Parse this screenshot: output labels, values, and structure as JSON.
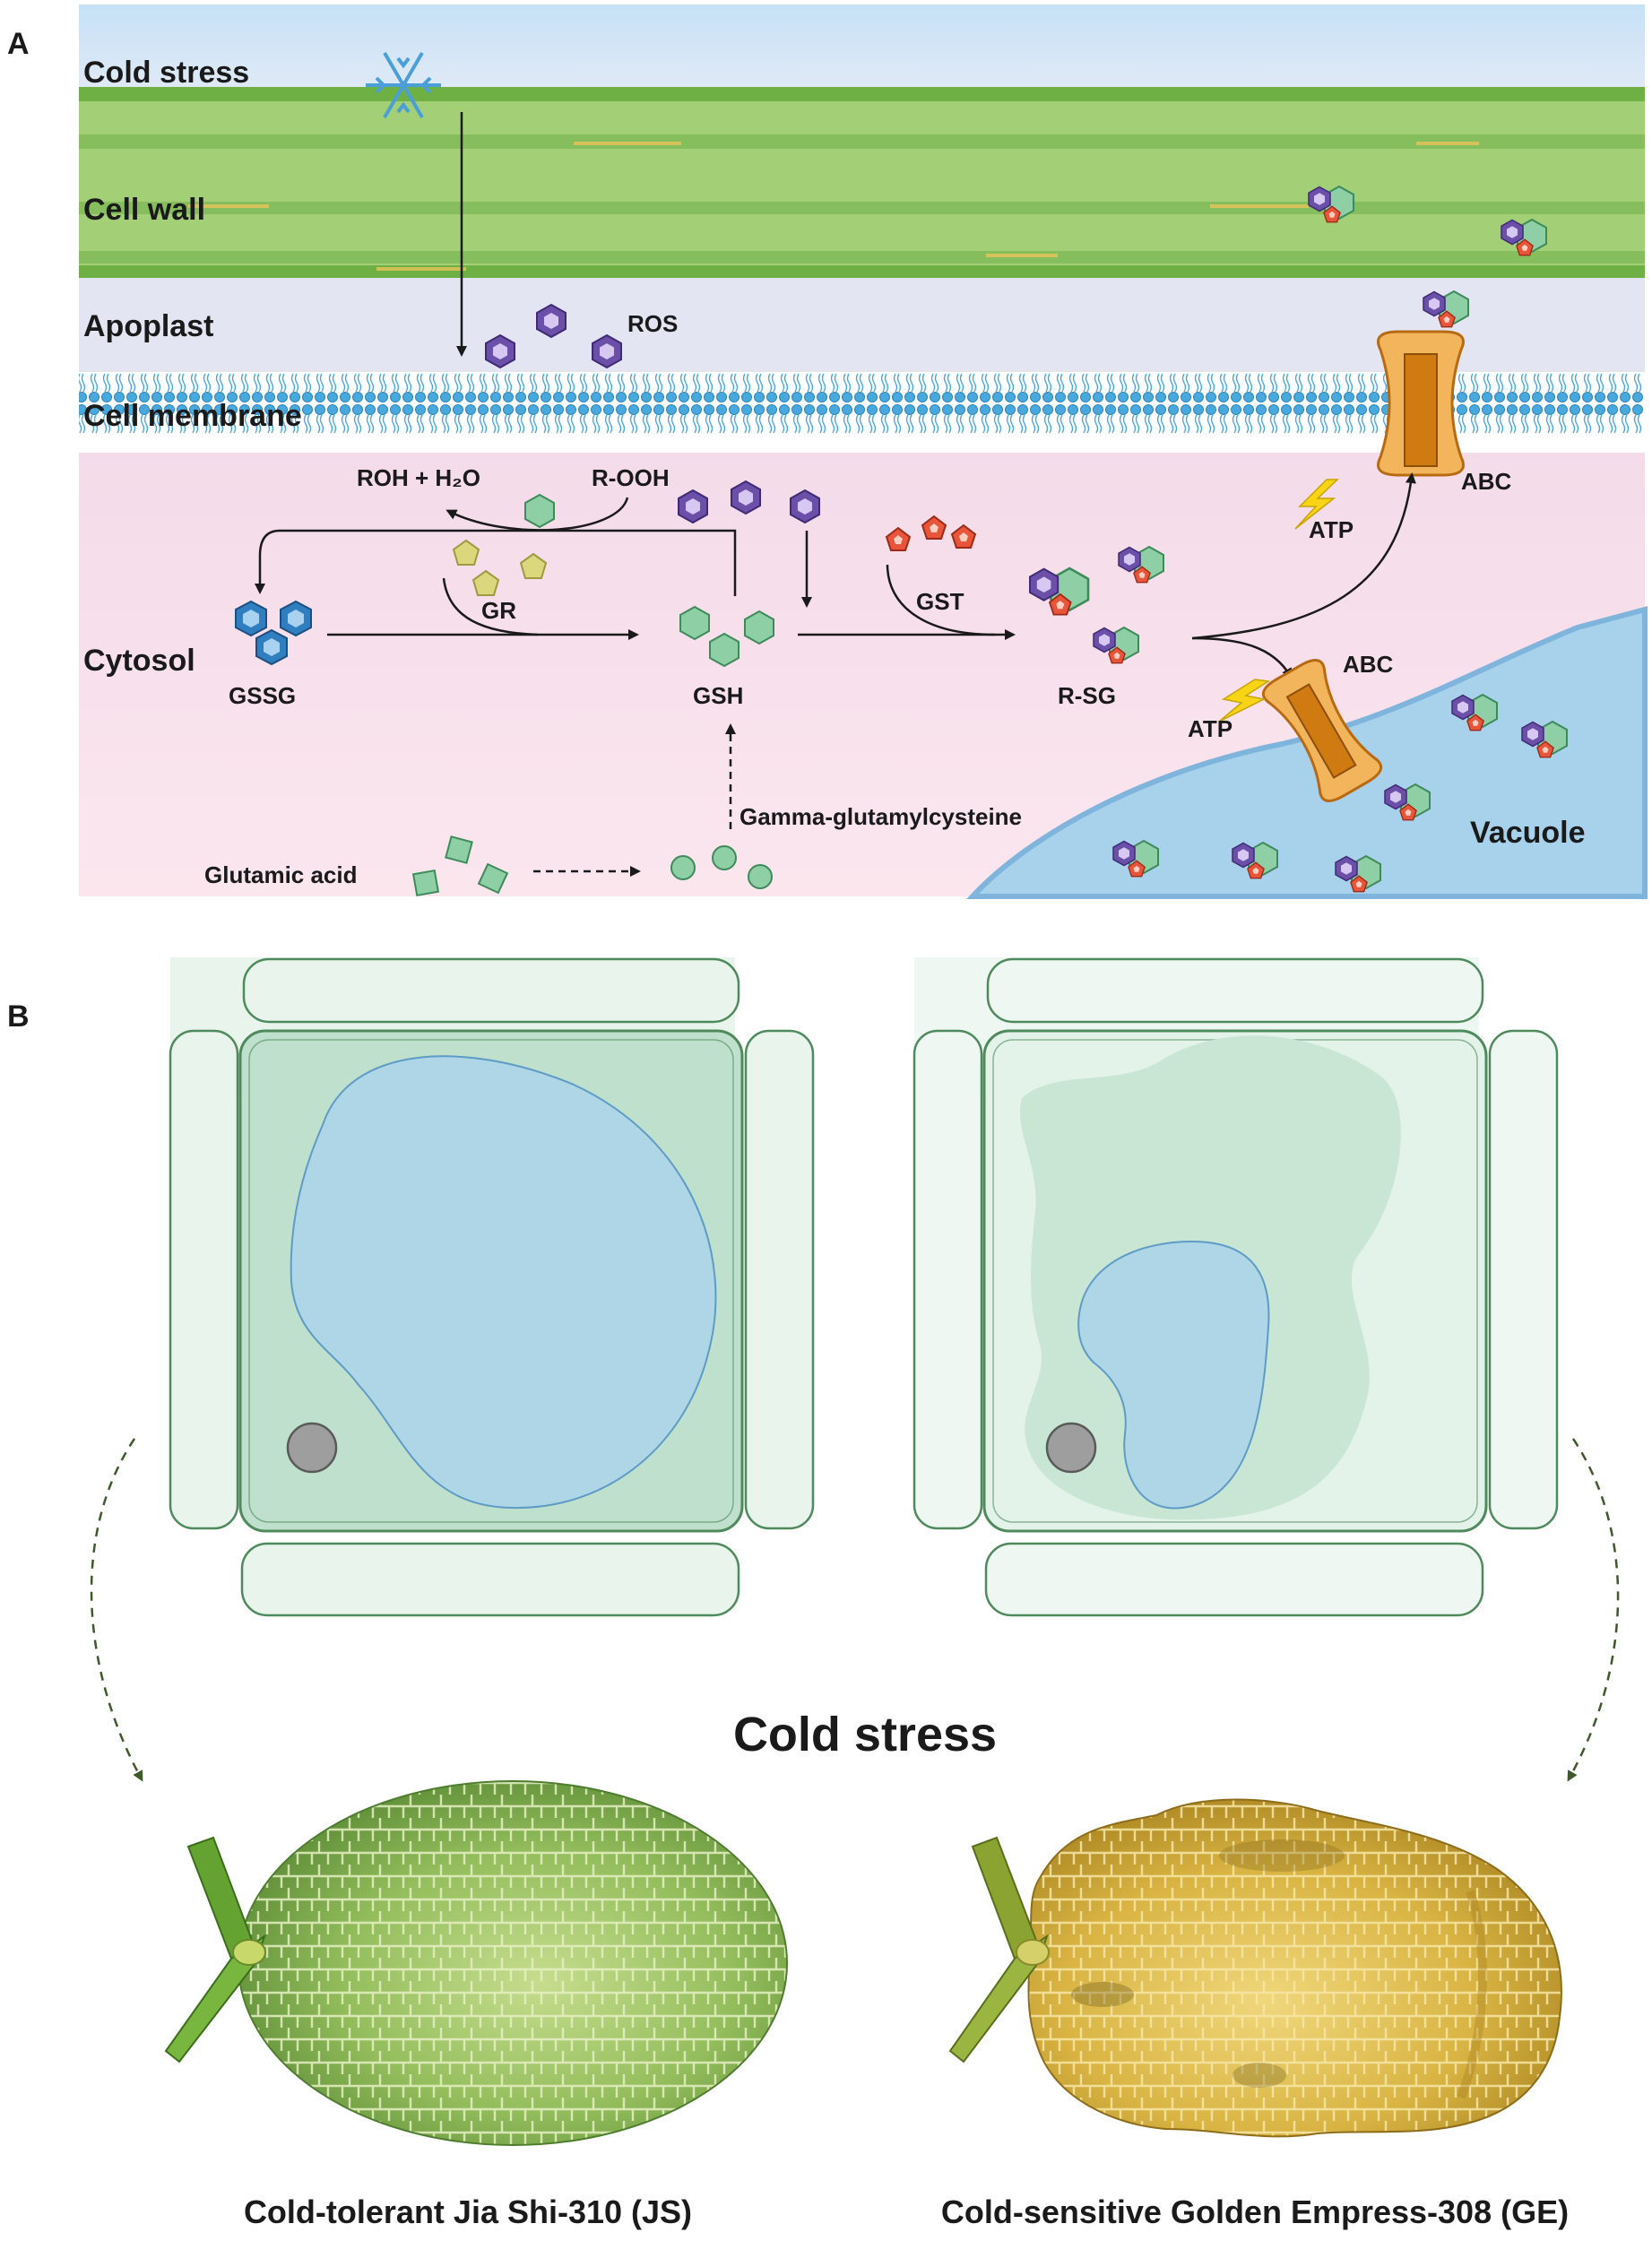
{
  "panel_a": {
    "letter": "A",
    "layers": {
      "cold_stress": "Cold stress",
      "cell_wall": "Cell wall",
      "apoplast": "Apoplast",
      "cell_membrane": "Cell membrane",
      "cytosol": "Cytosol",
      "vacuole": "Vacuole"
    },
    "molecules": {
      "ros": "ROS",
      "roh_h2o": "ROH + H₂O",
      "r_ooh": "R-OOH",
      "gr": "GR",
      "gssg": "GSSG",
      "gsh": "GSH",
      "gst": "GST",
      "r_sg": "R-SG",
      "abc_membrane": "ABC",
      "abc_vacuole": "ABC",
      "atp_membrane": "ATP",
      "atp_vacuole": "ATP",
      "gamma": "Gamma-glutamylcysteine",
      "glutamic": "Glutamic acid"
    }
  },
  "panel_b": {
    "letter": "B",
    "center_label": "Cold stress",
    "left_caption": "Cold-tolerant Jia Shi-310 (JS)",
    "right_caption": "Cold-sensitive Golden Empress-308 (GE)"
  },
  "colors": {
    "sky": "#c9e3f5",
    "cell_wall": "#9ccb6e",
    "apoplast": "#e2e4f3",
    "cytosol": "#f8e1ec",
    "vacuole": "#9fcbe8",
    "gsh_green": "#8fcfa6",
    "ros_purple": "#6b4fa8",
    "gssg_blue": "#2f7fc0",
    "gr_yellow": "#d8d77a",
    "gst_red": "#e8553a",
    "abc_orange": "#e7962c",
    "melon_green": "#8db55a",
    "melon_gold": "#d9b443"
  }
}
